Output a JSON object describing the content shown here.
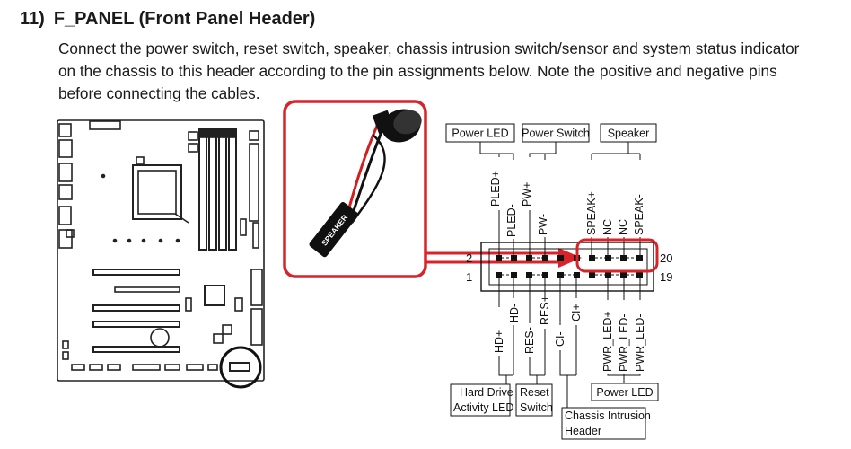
{
  "heading": {
    "number": "11)",
    "title": "F_PANEL (Front Panel Header)"
  },
  "description": {
    "lines": [
      "Connect the power switch, reset switch, speaker, chassis intrusion switch/sensor and system status indicator",
      "on the chassis to this header according to the pin assignments below. Note the positive and negative pins",
      "before connecting the cables."
    ]
  },
  "speaker_photo": {
    "label": "SPEAKER"
  },
  "header": {
    "pin_numbers": {
      "top_left": "2",
      "bottom_left": "1",
      "top_right": "20",
      "bottom_right": "19"
    }
  },
  "top_pins": {
    "labels": [
      "PLED+",
      "PLED-",
      "PW+",
      "PW-",
      "SPEAK+",
      "NC",
      "NC",
      "SPEAK-"
    ],
    "groups": {
      "power_led": "Power LED",
      "power_switch": "Power Switch",
      "speaker": "Speaker"
    }
  },
  "bottom_pins": {
    "labels": [
      "HD+",
      "HD-",
      "RES-",
      "RES+",
      "CI-",
      "CI+",
      "PWR_LED+",
      "PWR_LED-",
      "PWR_LED-"
    ],
    "groups": {
      "hard_drive_led": [
        "Hard Drive",
        "Activity LED"
      ],
      "reset_switch": [
        "Reset",
        "Switch"
      ],
      "chassis_intrusion": [
        "Chassis Intrusion",
        "Header"
      ],
      "power_led": "Power LED"
    }
  },
  "colors": {
    "highlight": "#d8232a",
    "speaker_wire_red": "#d21f1f",
    "ink": "#1a1a1a"
  }
}
